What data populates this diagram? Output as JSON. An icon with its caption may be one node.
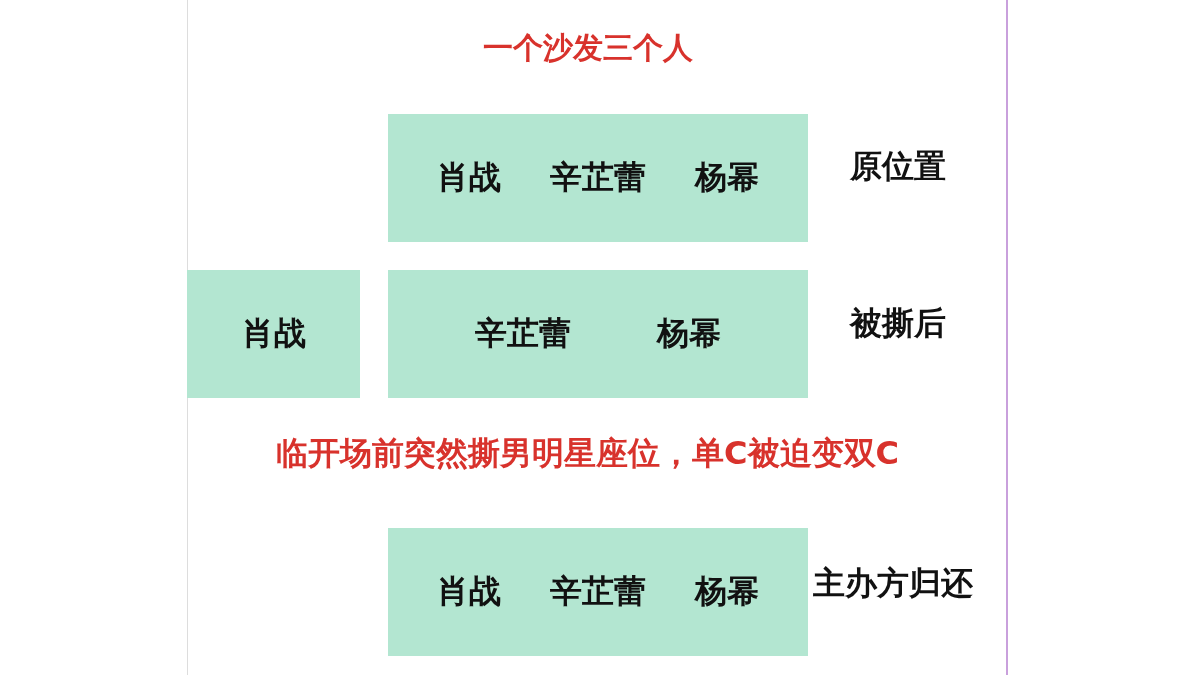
{
  "diagram": {
    "title": "一个沙发三个人",
    "nodes": [
      {
        "text": [
          "肖战",
          "辛芷蕾",
          "杨幂"
        ],
        "beside": [
          "原位置"
        ]
      },
      {
        "text": [
          "肖战"
        ]
      },
      {
        "text": [
          "辛芷蕾",
          "杨幂"
        ],
        "beside": [
          "被撕后"
        ]
      },
      {
        "text": [
          "肖战",
          "辛芷蕾",
          "杨幂"
        ],
        "beside": [
          "主办方归还"
        ]
      }
    ],
    "edges": [],
    "labels": [
      "临开场前突然撕男明星座位，单C被迫变双C"
    ]
  }
}
